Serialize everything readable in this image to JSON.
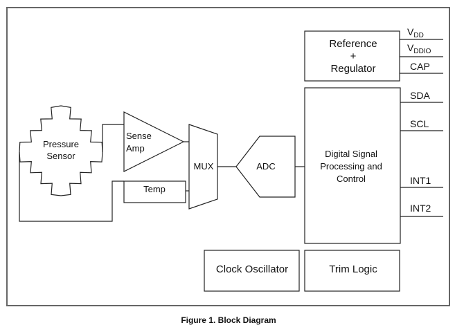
{
  "figure": {
    "caption": "Figure 1. Block Diagram"
  },
  "blocks": {
    "pressure_sensor": {
      "line1": "Pressure",
      "line2": "Sensor"
    },
    "sense_amp": {
      "line1": "Sense",
      "line2": "Amp"
    },
    "temp": {
      "label": "Temp"
    },
    "mux": {
      "label": "MUX"
    },
    "adc": {
      "label": "ADC"
    },
    "reference": {
      "line1": "Reference",
      "line2": "+",
      "line3": "Regulator"
    },
    "dsp": {
      "line1": "Digital Signal",
      "line2": "Processing and",
      "line3": "Control"
    },
    "clock": {
      "label": "Clock Oscillator"
    },
    "trim": {
      "label": "Trim Logic"
    }
  },
  "pins": {
    "vdd": {
      "base": "V",
      "sub": "DD"
    },
    "vddio": {
      "base": "V",
      "sub": "DDIO"
    },
    "cap": {
      "label": "CAP"
    },
    "sda": {
      "label": "SDA"
    },
    "scl": {
      "label": "SCL"
    },
    "int1": {
      "label": "INT1"
    },
    "int2": {
      "label": "INT2"
    }
  }
}
